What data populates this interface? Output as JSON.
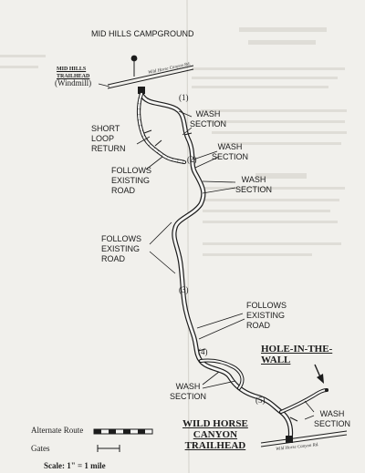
{
  "map": {
    "labels": {
      "mid_hills_campground": "MID HILLS\nCAMPGROUND",
      "mid_hills_trailhead": "MID HILLS\nTRAILHEAD",
      "windmill": "(Windmill)",
      "short_loop_return": "SHORT\nLOOP\nRETURN",
      "wash_section": "WASH\nSECTION",
      "follows_existing_road": "FOLLOWS\nEXISTING\nROAD",
      "hole_in_the_wall": "HOLE-IN-THE-\nWALL",
      "wild_horse_canyon_trailhead": "WILD HORSE\nCANYON\nTRAILHEAD"
    },
    "road_label": "Wild Horse Canyon Rd.",
    "waypoints": [
      "(1)",
      "(2)",
      "(3)",
      "(4)",
      "(5)"
    ],
    "legend": {
      "alternate_route": "Alternate Route",
      "gates": "Gates",
      "scale": "Scale: 1\" = 1 mile"
    },
    "colors": {
      "ink": "#1c1c1c",
      "paper": "#f1f0ec",
      "trail_fill": "#f6f6f4",
      "ghost": "#cfcdc7"
    },
    "icons": [
      "campground-marker-icon",
      "trailhead-marker-icon",
      "gate-icon",
      "arrow-icon"
    ]
  }
}
